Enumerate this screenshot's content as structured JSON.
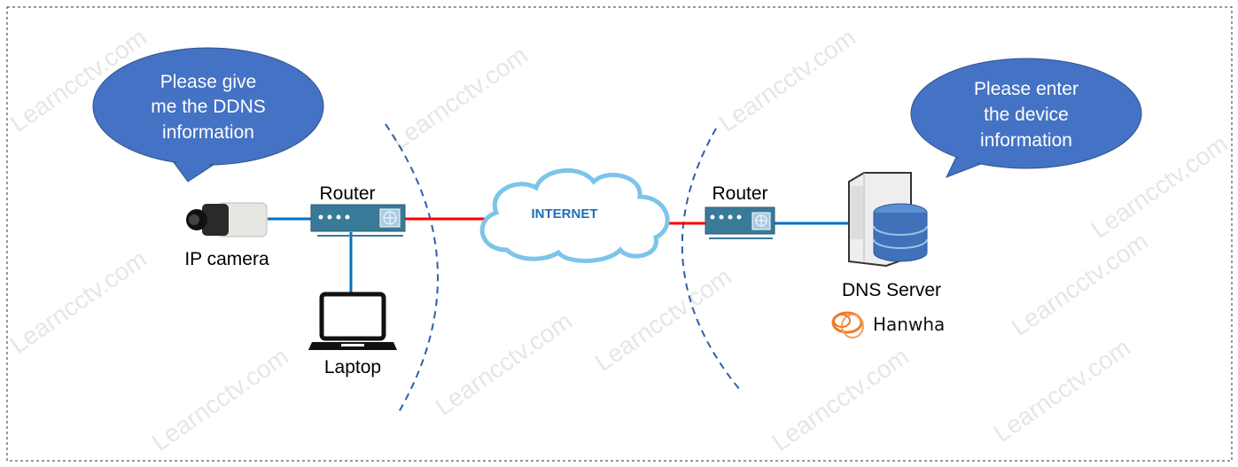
{
  "watermark": "Learncctv.com",
  "left_bubble": {
    "lines": [
      "Please give",
      "me the DDNS",
      "information"
    ]
  },
  "right_bubble": {
    "lines": [
      "Please enter",
      "the device",
      "information"
    ]
  },
  "nodes": {
    "camera": "IP camera",
    "router_left": "Router",
    "laptop": "Laptop",
    "internet": "INTERNET",
    "router_right": "Router",
    "server": "DNS Server",
    "brand": "Hanwha"
  },
  "colors": {
    "bubble": "#4472c4",
    "lan_link": "#0070c0",
    "wan_link": "#ff0000",
    "router": "#3a7a99",
    "boundary": "#2e5fa8",
    "cloud_text": "#1f6fb8",
    "brand": "#f07a22"
  }
}
